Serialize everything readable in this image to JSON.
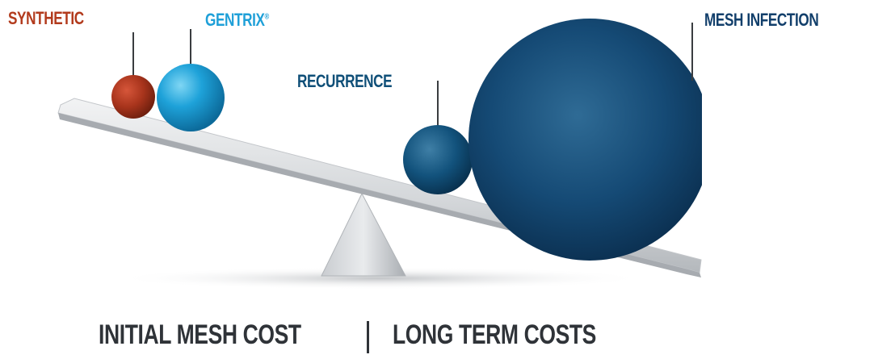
{
  "labels": {
    "synthetic": "SYNTHETIC",
    "gentrix": "GENTRIX",
    "gentrix_mark": "®",
    "recurrence": "RECURRENCE",
    "mesh_infection": "MESH INFECTION"
  },
  "footer": {
    "left": "INITIAL MESH COST",
    "right": "LONG TERM COSTS"
  },
  "colors": {
    "synthetic": "#b23a1c",
    "gentrix": "#1fa0d8",
    "recurrence": "#0f4f78",
    "mesh_infection": "#123f6b",
    "text_dark": "#2f3338"
  }
}
